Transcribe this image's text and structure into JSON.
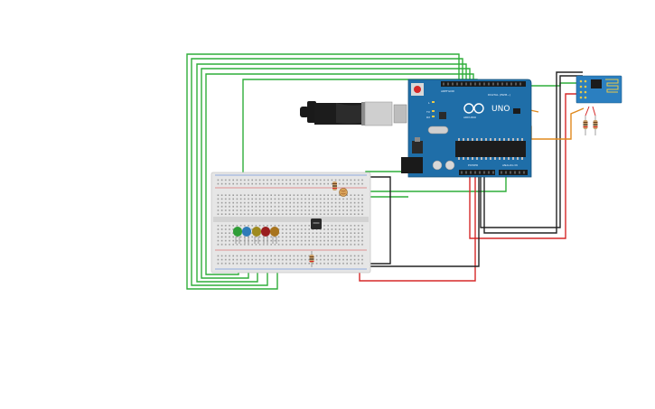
{
  "board": {
    "name": "UNO",
    "brand": "ARDUINO",
    "digital_label": "DIGITAL (PWM~)",
    "power_label": "POWER",
    "analog_label": "ANALOG IN",
    "aref_label": "AREF",
    "gnd_label": "GND",
    "led_l_label": "L",
    "tx_label": "TX",
    "rx_label": "RX"
  },
  "colors": {
    "board": "#1f6ea8",
    "breadboard": "#e6e6e6",
    "wire_green": "#2fae3a",
    "wire_red": "#d62828",
    "wire_black": "#222222",
    "wire_orange": "#e08a1e"
  },
  "components": {
    "leds": [
      "green",
      "blue",
      "yellow",
      "red",
      "orange"
    ],
    "icons": [
      "usb-cable-icon",
      "wifi-module-icon",
      "sensor-icon",
      "resistor-icon",
      "photoresistor-icon"
    ]
  }
}
